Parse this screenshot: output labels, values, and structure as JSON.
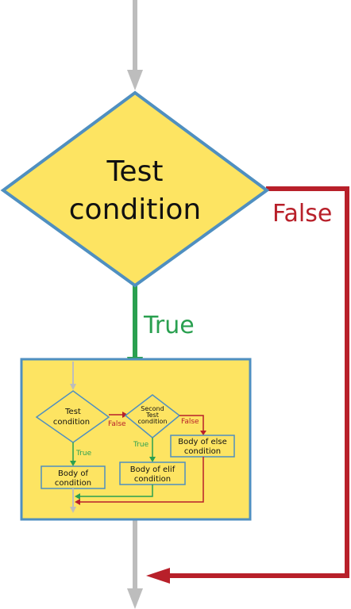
{
  "colors": {
    "gray": "#bdbdbd",
    "red": "#b8202a",
    "green": "#2aa050",
    "blue": "#4f8fc0",
    "yellow": "#fde462",
    "text": "#111111"
  },
  "main": {
    "decision_line1": "Test",
    "decision_line2": "condition",
    "false_label": "False",
    "true_label": "True"
  },
  "inner": {
    "test_line1": "Test",
    "test_line2": "condition",
    "second_line1": "Second",
    "second_line2": "Test",
    "second_line3": "condition",
    "false_label_1": "False",
    "false_label_2": "False",
    "true_label_1": "True",
    "true_label_2": "True",
    "body_if_line1": "Body of",
    "body_if_line2": "condition",
    "body_elif_line1": "Body of elif",
    "body_elif_line2": "condition",
    "body_else_line1": "Body of else",
    "body_else_line2": "condition"
  }
}
